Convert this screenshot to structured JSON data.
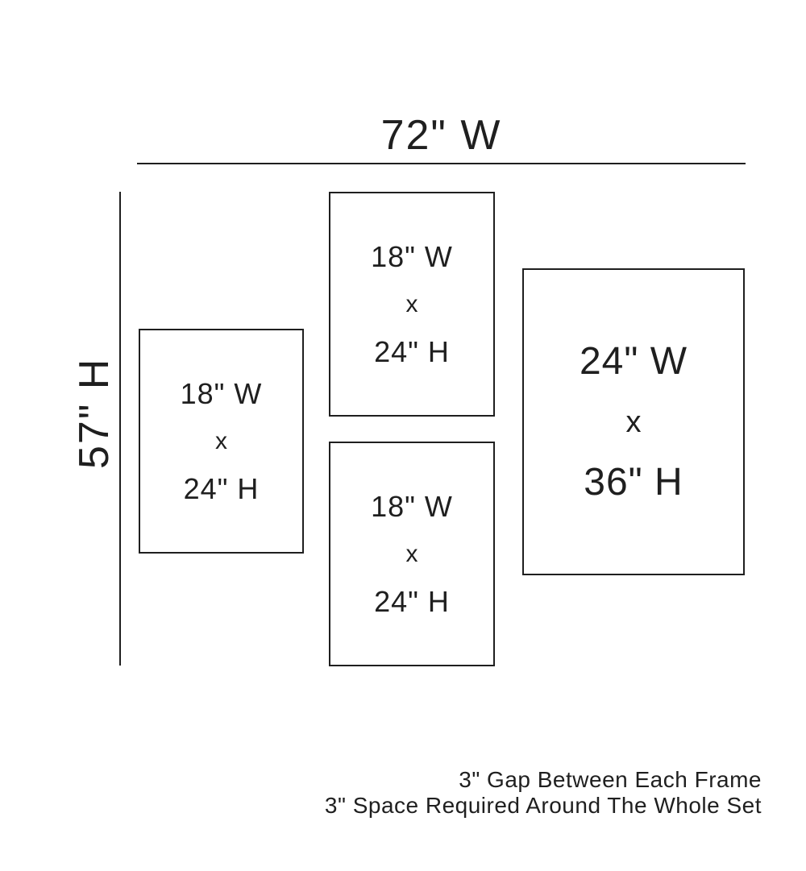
{
  "diagram": {
    "overall": {
      "width_label": "72\" W",
      "height_label": "57\" H"
    },
    "frames": [
      {
        "id": "left",
        "width_label": "18\" W",
        "separator": "x",
        "height_label": "24\" H"
      },
      {
        "id": "top-middle",
        "width_label": "18\" W",
        "separator": "x",
        "height_label": "24\" H"
      },
      {
        "id": "bottom-middle",
        "width_label": "18\" W",
        "separator": "x",
        "height_label": "24\" H"
      },
      {
        "id": "right",
        "width_label": "24\" W",
        "separator": "x",
        "height_label": "36\" H"
      }
    ],
    "notes": {
      "line1": "3\" Gap Between Each Frame",
      "line2": "3\" Space Required Around The Whole Set"
    },
    "colors": {
      "line": "#1f1f1f",
      "text": "#1f1f1f",
      "background": "#ffffff"
    }
  }
}
